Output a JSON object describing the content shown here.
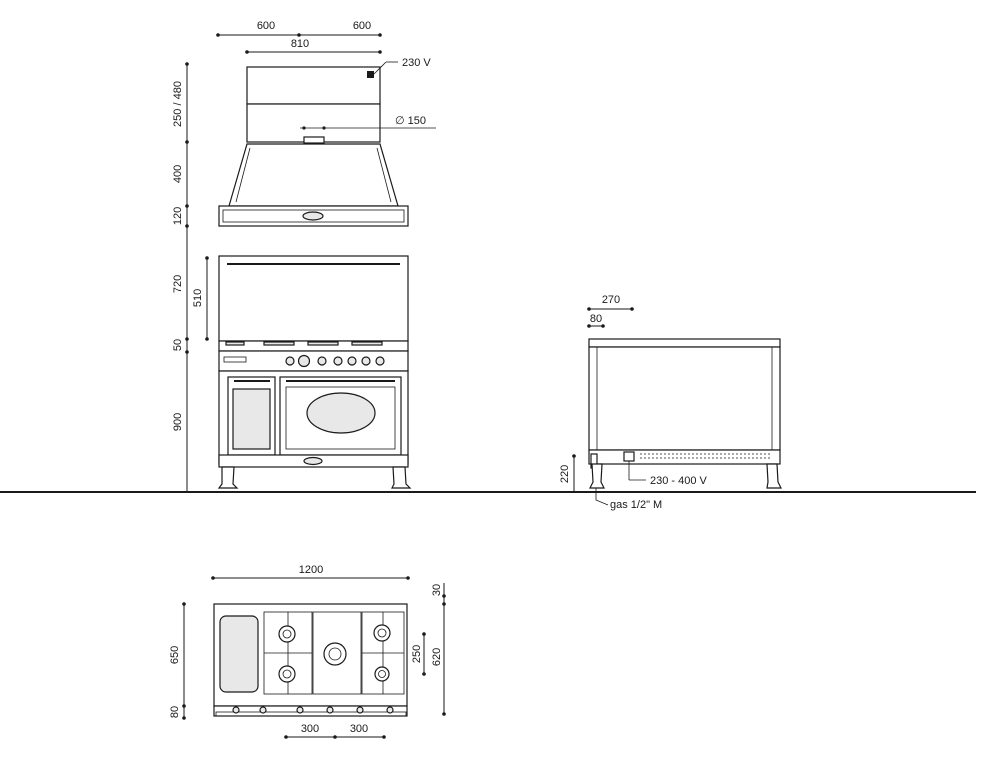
{
  "labels": {
    "hood_width_left": "600",
    "hood_width_right": "600",
    "hood_depth": "810",
    "hood_power": "230 V",
    "duct_diameter": "∅  150",
    "hood_chimney_height": "250 / 480",
    "hood_body_height": "400",
    "hood_bottom_height": "120",
    "backsplash_total": "720",
    "backsplash_inner": "510",
    "backsplash_base": "50",
    "range_height": "900",
    "side_depth": "270",
    "side_offset": "80",
    "side_feet_height": "220",
    "side_power": "230 - 400 V",
    "gas_connection": "gas 1/2\" M",
    "top_width": "1200",
    "top_depth": "650",
    "top_front": "80",
    "top_back": "30",
    "top_inner_depth": "620",
    "top_burner_spacing": "250",
    "top_bottom_left": "300",
    "top_bottom_right": "300"
  },
  "colors": {
    "line": "#1a1a1a",
    "panel": "#e8e8e8",
    "background": "#ffffff"
  }
}
